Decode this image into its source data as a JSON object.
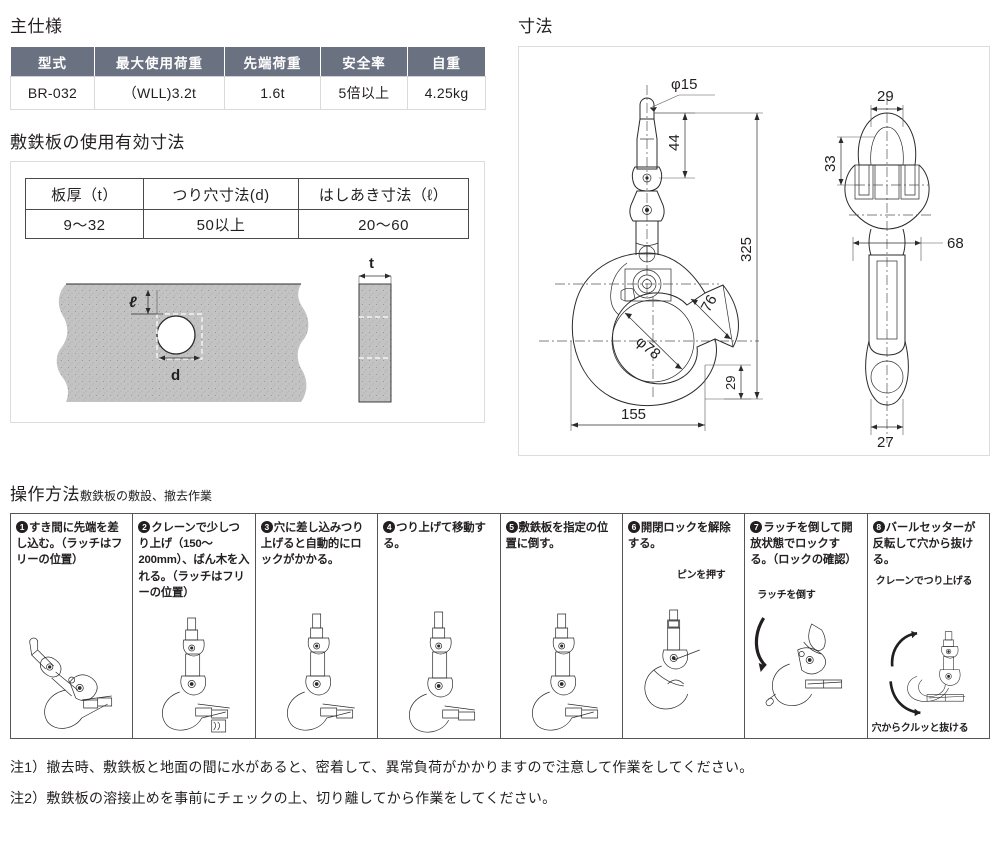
{
  "spec_section": {
    "title": "主仕様",
    "headers": [
      "型式",
      "最大使用荷重",
      "先端荷重",
      "安全率",
      "自重"
    ],
    "row": [
      "BR-032",
      "（WLL)3.2t",
      "1.6t",
      "5倍以上",
      "4.25kg"
    ]
  },
  "plate_section": {
    "title": "敷鉄板の使用有効寸法",
    "headers": [
      "板厚（t）",
      "つり穴寸法(d)",
      "はしあき寸法（ℓ）"
    ],
    "row": [
      "9〜32",
      "50以上",
      "20〜60"
    ],
    "figure_labels": {
      "edge_distance": "ℓ",
      "hole_diameter": "d",
      "thickness": "t"
    }
  },
  "dimensions_section": {
    "title": "寸法",
    "front_view": {
      "pin_dia": "φ15",
      "top_to_pivot": "44",
      "overall_height": "325",
      "throat_depth": "76",
      "hook_dia": "φ78",
      "bottom_offset": "29",
      "overall_width": "155"
    },
    "side_view": {
      "top_width": "29",
      "shackle_height": "33",
      "body_width": "68",
      "bottom_width": "27"
    }
  },
  "operation_section": {
    "title": "操作方法",
    "subtitle": "敷鉄板の敷設、撤去作業",
    "steps": [
      {
        "num": "❶",
        "text": "すき間に先端を差し込む。（ラッチはフリーの位置）",
        "notes": []
      },
      {
        "num": "❷",
        "text": "クレーンで少しつり上げ（150〜200mm）、ばん木を入れる。（ラッチはフリーの位置）",
        "notes": []
      },
      {
        "num": "❸",
        "text": "穴に差し込みつり上げると自動的にロックがかかる。",
        "notes": []
      },
      {
        "num": "❹",
        "text": "つり上げて移動する。",
        "notes": []
      },
      {
        "num": "❺",
        "text": "敷鉄板を指定の位置に倒す。",
        "notes": []
      },
      {
        "num": "❻",
        "text": "開閉ロックを解除する。",
        "notes": [
          "ピンを押す"
        ]
      },
      {
        "num": "❼",
        "text": "ラッチを倒して開放状態でロックする。（ロックの確認）",
        "notes": [
          "ラッチを倒す"
        ]
      },
      {
        "num": "❽",
        "text": "バールセッターが反転して穴から抜ける。",
        "notes": [
          "クレーンでつり上げる",
          "穴からクルッと抜ける"
        ]
      }
    ]
  },
  "footnotes": [
    "注1）撤去時、敷鉄板と地面の間に水があると、密着して、異常負荷がかかりますので注意して作業をしてください。",
    "注2）敷鉄板の溶接止めを事前にチェックの上、切り離してから作業をしてください。"
  ],
  "colors": {
    "table_header_bg": "#6a7180",
    "table_header_text": "#ffffff",
    "plate_fill": "#c3c3c3",
    "text": "#231f20",
    "box_border": "#dcdcdc"
  }
}
